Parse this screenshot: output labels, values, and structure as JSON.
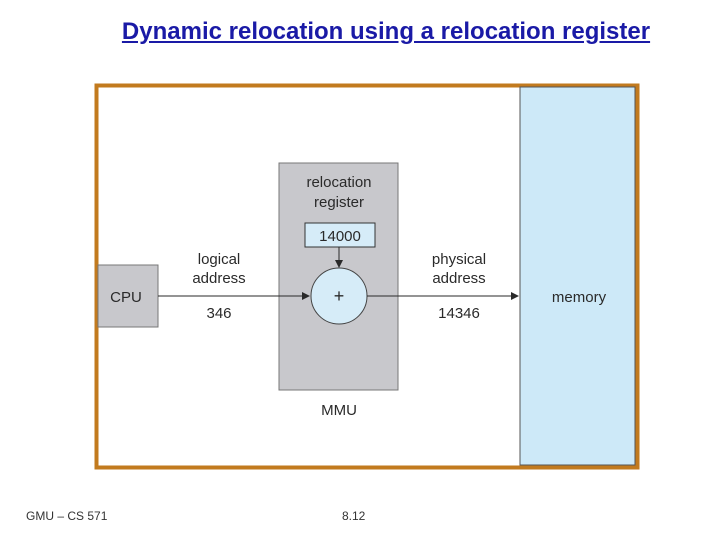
{
  "title": "Dynamic relocation using a relocation register",
  "footer": {
    "left": "GMU – CS 571",
    "center": "8.12"
  },
  "diagram": {
    "cpu_label": "CPU",
    "relocation_register": {
      "label_line1": "relocation",
      "label_line2": "register",
      "value": "14000"
    },
    "adder_symbol": "+",
    "mmu_label": "MMU",
    "logical_address": {
      "label_line1": "logical",
      "label_line2": "address",
      "value": "346"
    },
    "physical_address": {
      "label_line1": "physical",
      "label_line2": "address",
      "value": "14346"
    },
    "memory_label": "memory"
  },
  "colors": {
    "title": "#1a1aa6",
    "frame_border": "#c27a1e",
    "memory_fill": "#cde9f8",
    "box_fill": "#c8c8cc",
    "register_fill": "#d6ecf8"
  }
}
